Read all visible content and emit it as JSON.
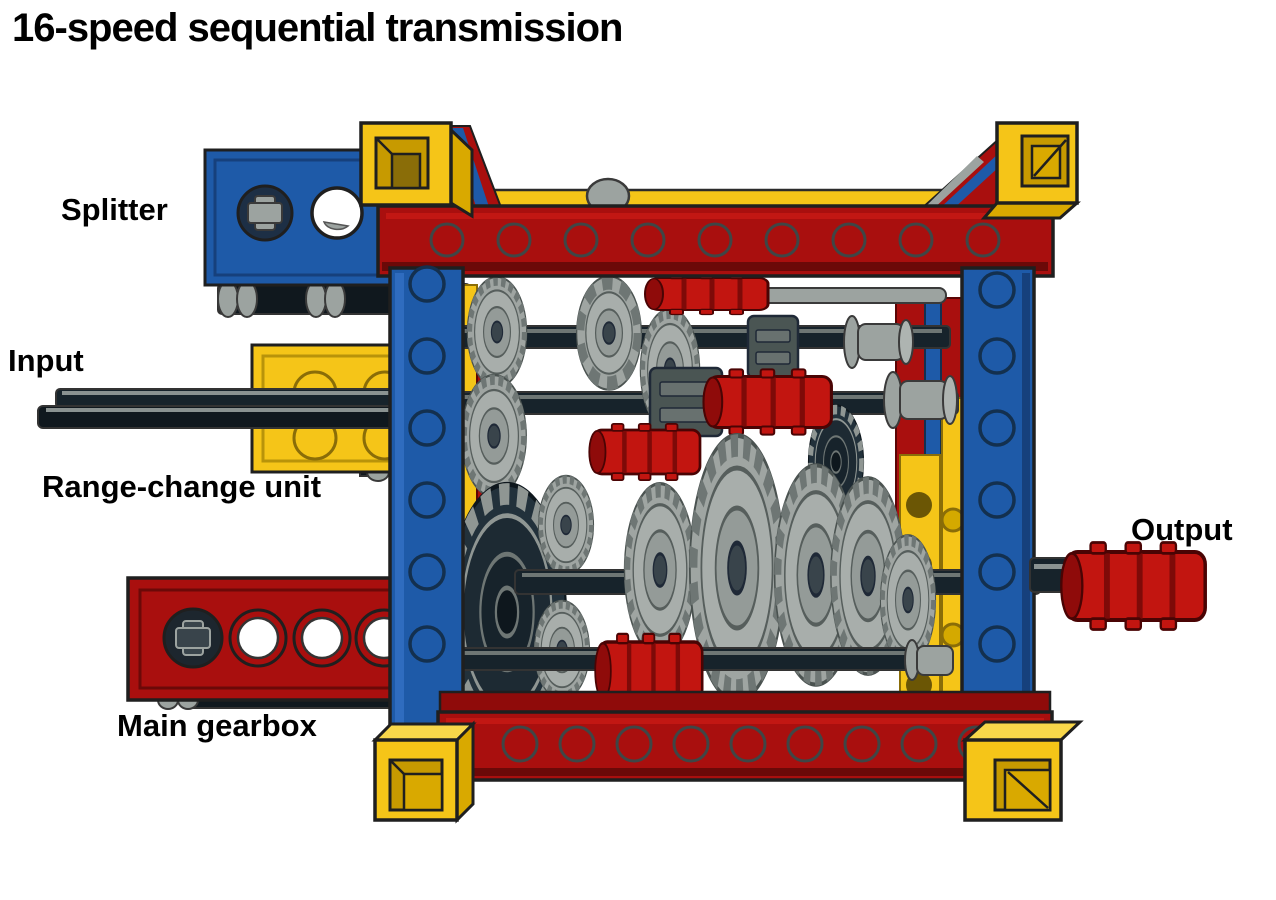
{
  "diagram": {
    "title": "16-speed sequential transmission",
    "labels": {
      "splitter": "Splitter",
      "input": "Input",
      "range_change": "Range-change unit",
      "output": "Output",
      "main_gearbox": "Main gearbox"
    },
    "components": [
      "splitter",
      "input-axle",
      "range-change-unit",
      "main-gearbox",
      "output-axle",
      "frame",
      "gear-cluster"
    ],
    "colors": {
      "background": "#FFFFFF",
      "label_text": "#000000",
      "lego_blue": "#1E5AA8",
      "lego_red": "#A90F0E",
      "bright_red": "#C21510",
      "lego_yellow": "#F5C518",
      "yellow_shade": "#C79A00",
      "gear_gray": "#A8AEAB",
      "dark_collar_gray": "#4A5553",
      "dark_gear": "#1D2A33",
      "axle_dark": "#17232B",
      "outline": "#2B2B2B"
    }
  }
}
